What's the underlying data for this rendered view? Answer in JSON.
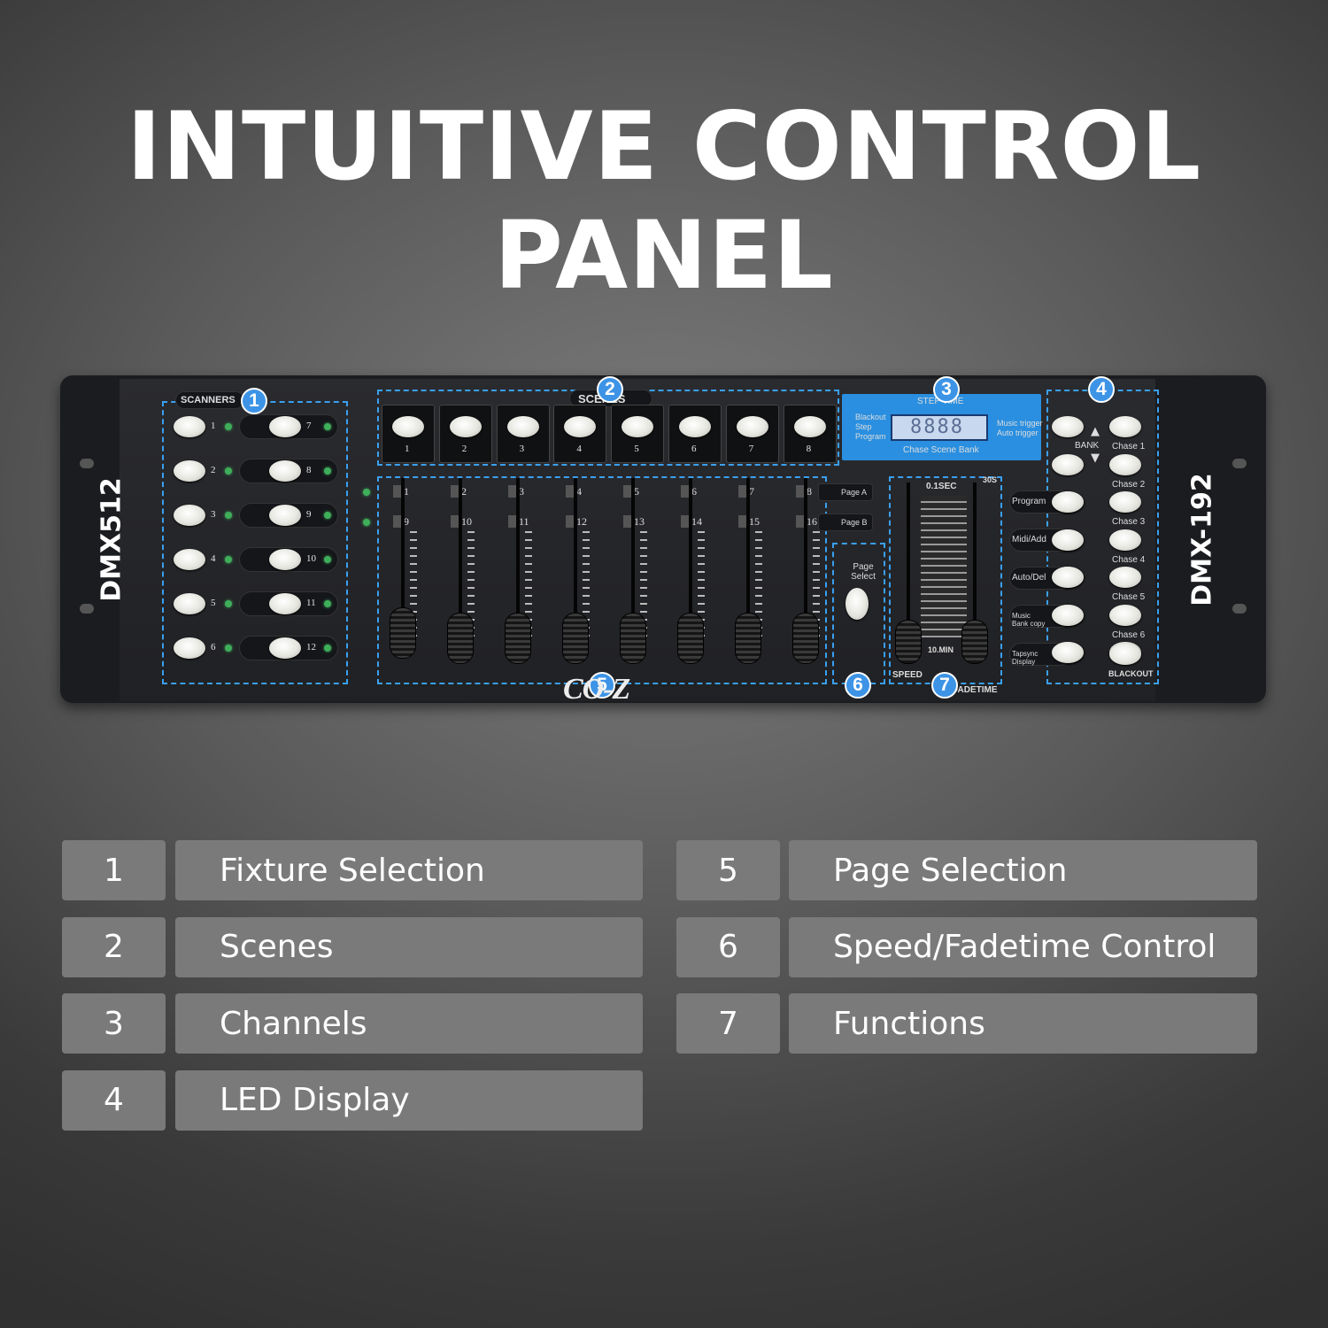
{
  "headline": "INTUITIVE CONTROL PANEL",
  "device": {
    "left_model": "DMX512",
    "right_model": "DMX-192",
    "brand": "CO-Z",
    "scanners_label": "SCANNERS",
    "scenes_label": "SCENES",
    "step_time_label": "STEP TIME",
    "scanner_numbers": [
      "1",
      "2",
      "3",
      "4",
      "5",
      "6",
      "7",
      "8",
      "9",
      "10",
      "11",
      "12"
    ],
    "scene_numbers": [
      "1",
      "2",
      "3",
      "4",
      "5",
      "6",
      "7",
      "8"
    ],
    "channels_top": [
      "1",
      "2",
      "3",
      "4",
      "5",
      "6",
      "7",
      "8"
    ],
    "channels_bottom": [
      "9",
      "10",
      "11",
      "12",
      "13",
      "14",
      "15",
      "16"
    ],
    "page_a": "Page A",
    "page_b": "Page B",
    "page_select": "Page Select",
    "display_left": [
      "Blackout",
      "Step",
      "Program"
    ],
    "display_right": [
      "Music trigger",
      "Auto trigger"
    ],
    "display_bottom": "Chase Scene Bank",
    "lcd_value": "8888",
    "speed_top": "0.1SEC",
    "speed_top_right": "30S",
    "speed_bottom": "10.MIN",
    "speed_label": "SPEED",
    "fadetime_label": "FADETIME",
    "bank_label": "BANK",
    "functions": [
      "Program",
      "Midi/Add",
      "Auto/Del",
      "Music Bank copy",
      "Tapsync Display"
    ],
    "chases": [
      "Chase 1",
      "Chase 2",
      "Chase 3",
      "Chase 4",
      "Chase 5",
      "Chase 6"
    ],
    "blackout": "BLACKOUT",
    "badges": [
      "1",
      "2",
      "3",
      "4",
      "5",
      "6",
      "7"
    ]
  },
  "legend": [
    {
      "num": "1",
      "label": "Fixture Selection"
    },
    {
      "num": "2",
      "label": "Scenes"
    },
    {
      "num": "3",
      "label": "Channels"
    },
    {
      "num": "4",
      "label": "LED Display"
    },
    {
      "num": "5",
      "label": "Page Selection"
    },
    {
      "num": "6",
      "label": "Speed/Fadetime Control"
    },
    {
      "num": "7",
      "label": "Functions"
    }
  ],
  "colors": {
    "accent": "#3d94e6",
    "display": "#2a8fe0",
    "led": "#3fae5a"
  }
}
